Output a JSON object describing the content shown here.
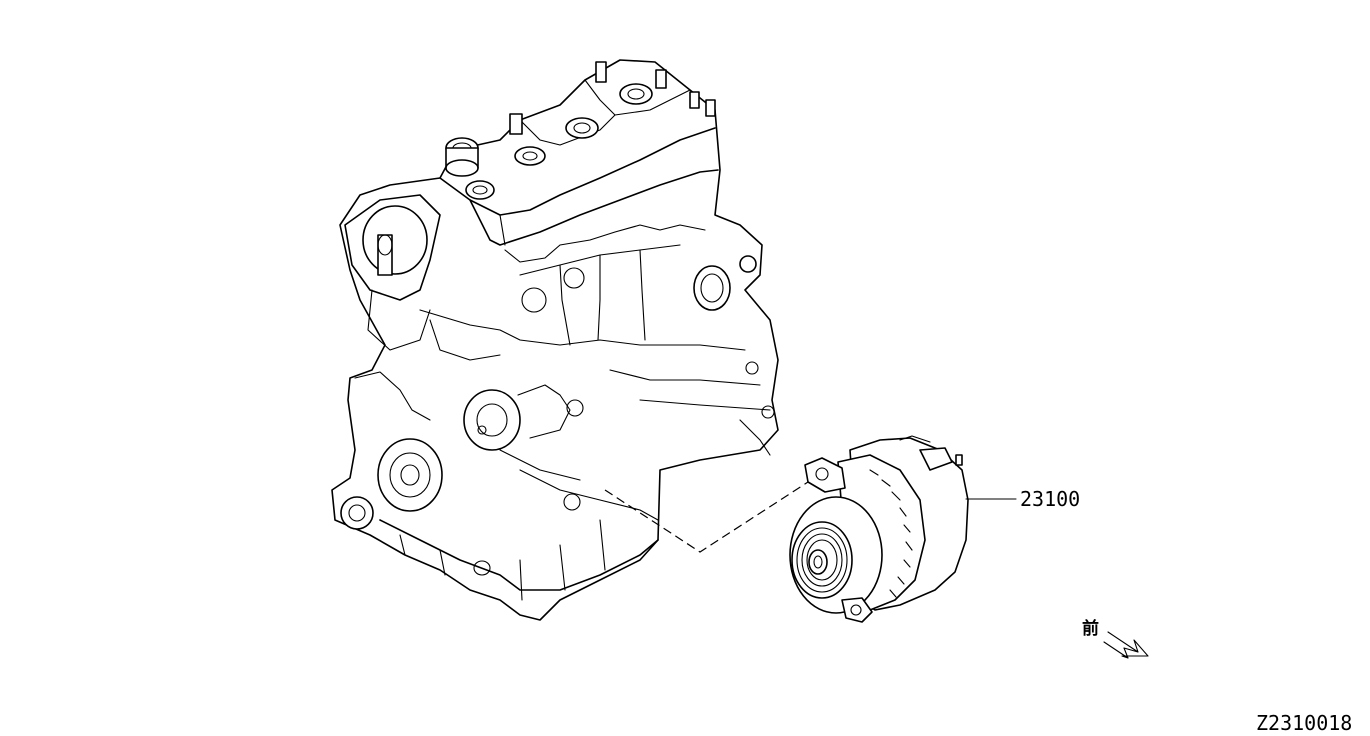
{
  "parts": {
    "alternator": {
      "part_number": "23100"
    }
  },
  "direction": {
    "front_label": "前"
  },
  "figure": {
    "code": "Z2310018"
  }
}
